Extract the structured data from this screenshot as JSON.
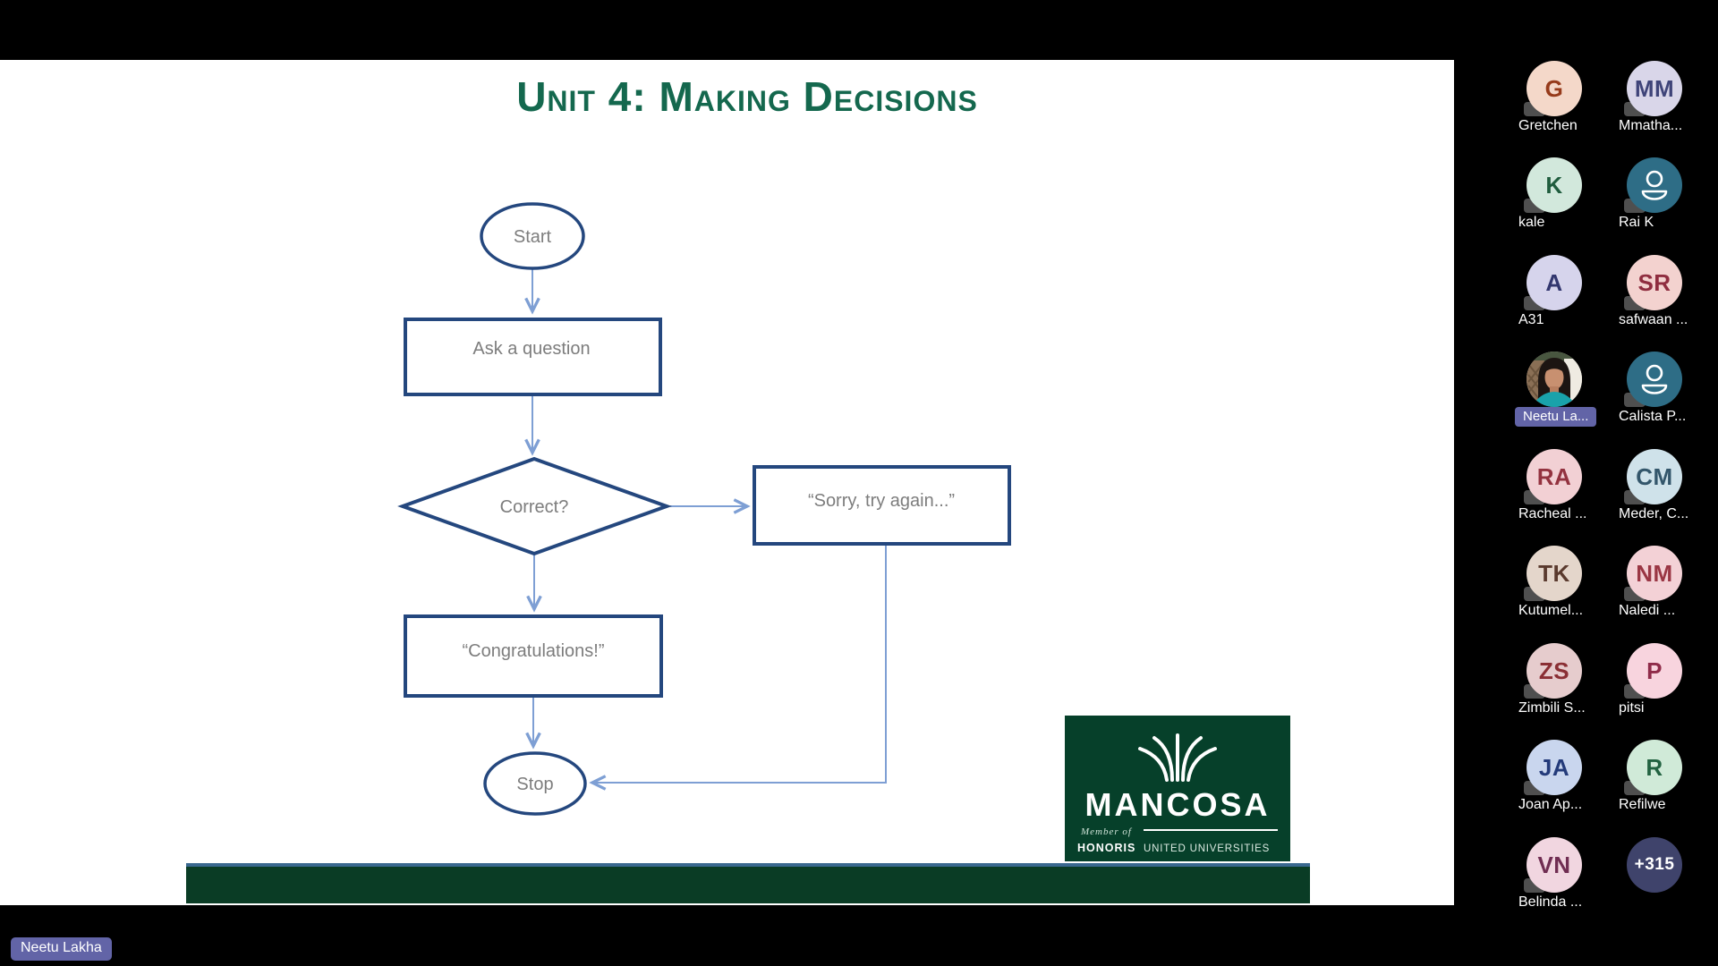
{
  "meeting": {
    "self_label": "Neetu Lakha",
    "overflow_count": "+315"
  },
  "slide": {
    "title": "Unit 4: Making Decisions",
    "flowchart": {
      "start": "Start",
      "ask": "Ask a question",
      "decision": "Correct?",
      "wrong": "“Sorry, try again...”",
      "right": "“Congratulations!”",
      "stop": "Stop"
    },
    "logo": {
      "name": "MANCOSA",
      "member_of": "Member of",
      "honoris": "HONORIS",
      "united": "UNITED UNIVERSITIES"
    },
    "colors": {
      "title_green": "#14684E",
      "shape_border_blue": "#24477E",
      "connector_blue": "#7E9FD4",
      "flow_text_gray": "#7D7D7D",
      "footer_green": "#0A3C25",
      "footer_line_blue": "#3A688F",
      "logo_green": "#06402A",
      "teams_purple": "#6264A7"
    }
  },
  "participants": [
    {
      "type": "initials",
      "initials": "G",
      "name": "Gretchen",
      "bg": "#F4D8C9",
      "fg": "#963B1B"
    },
    {
      "type": "initials",
      "initials": "MM",
      "name": "Mmatha...",
      "bg": "#D9D6E9",
      "fg": "#3F4479"
    },
    {
      "type": "initials",
      "initials": "K",
      "name": "kale",
      "bg": "#D2E8DC",
      "fg": "#1F5C3D"
    },
    {
      "type": "person",
      "initials": "",
      "name": "Rai K",
      "bg": "#2E6D86",
      "fg": "#FFFFFF"
    },
    {
      "type": "initials",
      "initials": "A",
      "name": "A31",
      "bg": "#D6D4EC",
      "fg": "#32366E"
    },
    {
      "type": "initials",
      "initials": "SR",
      "name": "safwaan ...",
      "bg": "#F3D2CF",
      "fg": "#8F2D3F"
    },
    {
      "type": "photo",
      "initials": "",
      "name": "Neetu La...",
      "bg": "#DCD5C8",
      "fg": "#FFFFFF",
      "highlighted": true
    },
    {
      "type": "person",
      "initials": "",
      "name": "Calista P...",
      "bg": "#2E6D86",
      "fg": "#FFFFFF"
    },
    {
      "type": "initials",
      "initials": "RA",
      "name": "Racheal ...",
      "bg": "#F2D0D4",
      "fg": "#93323F"
    },
    {
      "type": "initials",
      "initials": "CM",
      "name": "Meder, C...",
      "bg": "#CFE2EA",
      "fg": "#33566B"
    },
    {
      "type": "initials",
      "initials": "TK",
      "name": "Kutumel...",
      "bg": "#E4D6CB",
      "fg": "#5A3A2E"
    },
    {
      "type": "initials",
      "initials": "NM",
      "name": "Naledi ...",
      "bg": "#F3D1D6",
      "fg": "#9A3644"
    },
    {
      "type": "initials",
      "initials": "ZS",
      "name": "Zimbili S...",
      "bg": "#E6CCCD",
      "fg": "#8A2F34"
    },
    {
      "type": "initials",
      "initials": "P",
      "name": "pitsi",
      "bg": "#F8D4DE",
      "fg": "#8F2B49"
    },
    {
      "type": "initials",
      "initials": "JA",
      "name": "Joan Ap...",
      "bg": "#C9D6EE",
      "fg": "#243B7A"
    },
    {
      "type": "initials",
      "initials": "R",
      "name": "Refilwe",
      "bg": "#D0EAD8",
      "fg": "#226241"
    },
    {
      "type": "initials",
      "initials": "VN",
      "name": "Belinda ...",
      "bg": "#F1D6E0",
      "fg": "#702D52"
    },
    {
      "type": "more",
      "initials": "+315",
      "name": "",
      "bg": "#3F436B",
      "fg": "#FFFFFF"
    }
  ]
}
